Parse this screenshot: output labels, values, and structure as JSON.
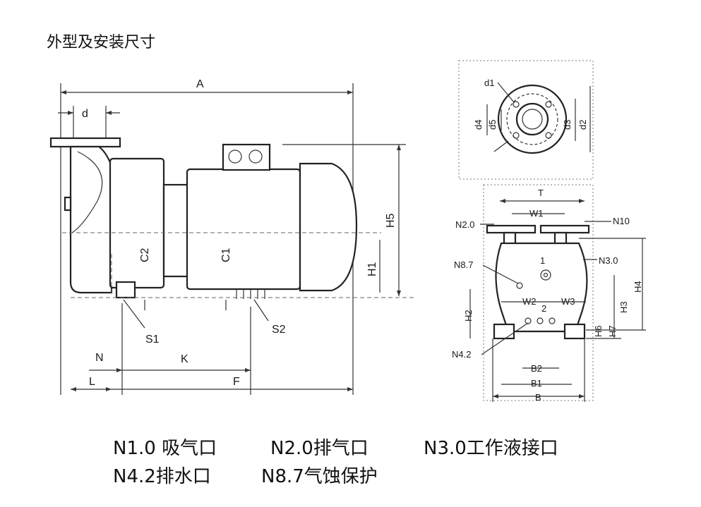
{
  "title": "外型及安装尺寸",
  "side_view_labels": {
    "A": "A",
    "d": "d",
    "H5": "H5",
    "H1": "H1",
    "C1": "C1",
    "C2": "C2",
    "S1": "S1",
    "S2": "S2",
    "N": "N",
    "K": "K",
    "L": "L",
    "F": "F"
  },
  "flange_labels": {
    "d1": "d1",
    "d2": "d2",
    "d3": "d3",
    "d4": "d4",
    "d5": "d5"
  },
  "front_view_labels": {
    "T": "T",
    "W1": "W1",
    "N2": "N2.0",
    "N10": "N10",
    "N3": "N3.0",
    "N87": "N8.7",
    "one": "1",
    "two": "2",
    "W2": "W2",
    "W3": "W3",
    "H2": "H2",
    "H3": "H3",
    "H4": "H4",
    "H6": "H6",
    "H7": "H7",
    "N42": "N4.2",
    "B2": "B2",
    "B1": "B1",
    "B": "B"
  },
  "legend": {
    "n1": "N1.0 吸气口",
    "n2": "N2.0排气口",
    "n3": "N3.0工作液接口",
    "n4": "N4.2排水口",
    "n8": "N8.7气蚀保护"
  }
}
